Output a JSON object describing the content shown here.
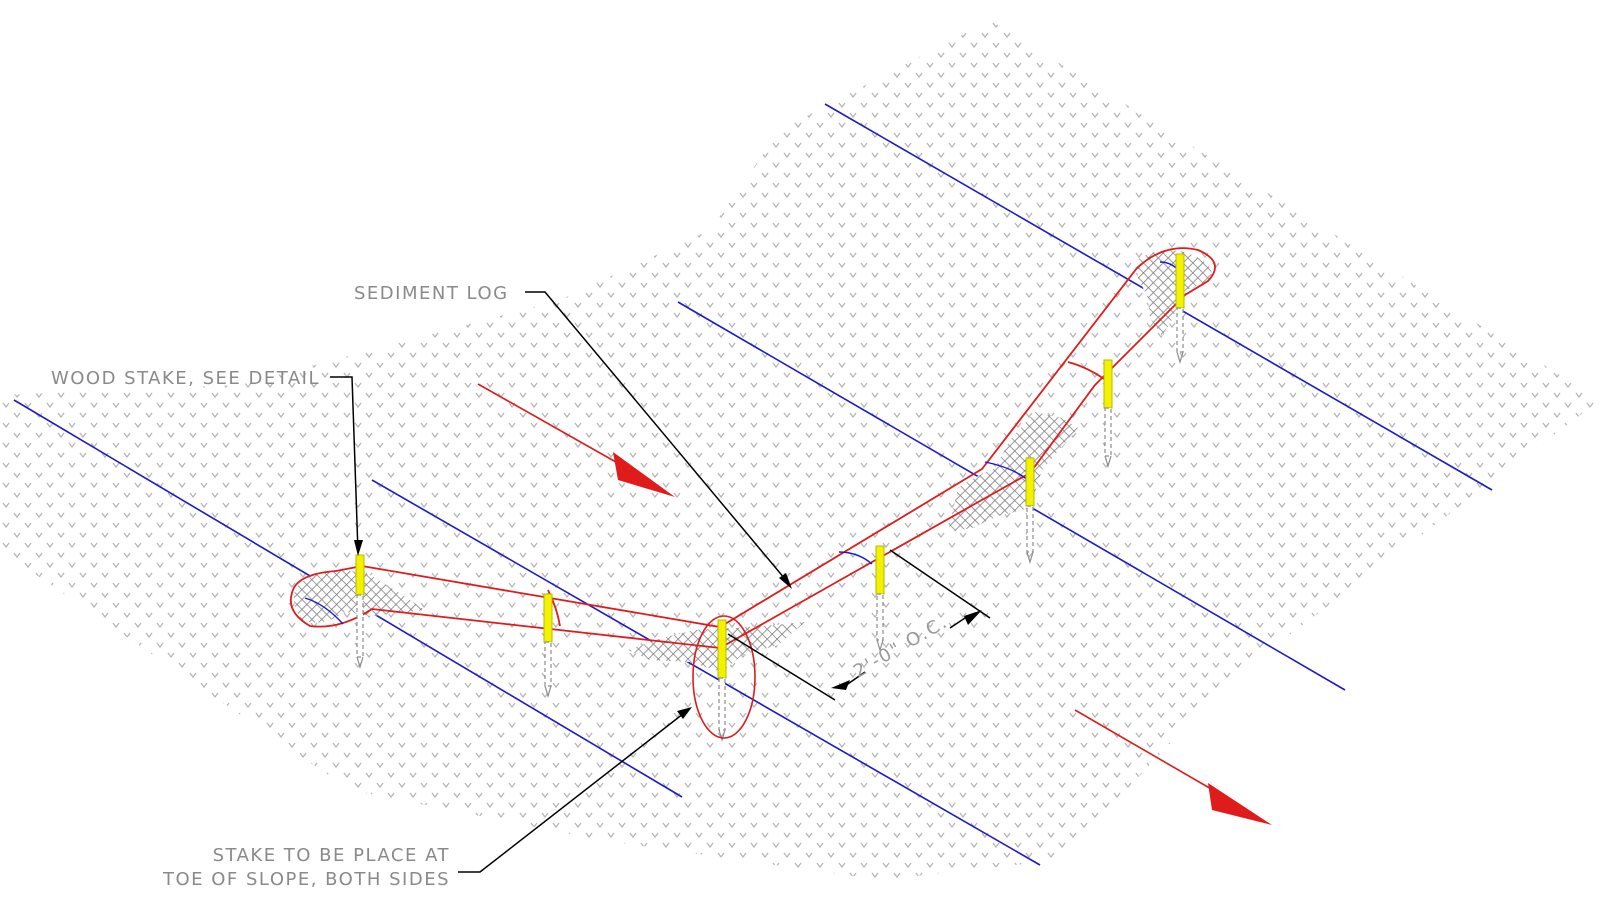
{
  "diagram": {
    "labels": {
      "wood_stake": "WOOD STAKE, SEE DETAIL",
      "sediment_log": "SEDIMENT LOG",
      "stake_toe_line1": "STAKE TO BE PLACE AT",
      "stake_toe_line2": "TOE OF SLOPE, BOTH SIDES",
      "spacing": "2'-0\" O.C."
    },
    "colors": {
      "log_outline": "#e01b1b",
      "flow_arrow": "#e01b1b",
      "contour_line": "#1a1acc",
      "stake": "#f2f200",
      "leader": "#000000",
      "ground_dots": "#b4b4b4",
      "netting": "#8c8c8c"
    },
    "icons": [
      "flow-arrow",
      "wood-stake",
      "leader-arrow",
      "detail-circle"
    ]
  }
}
